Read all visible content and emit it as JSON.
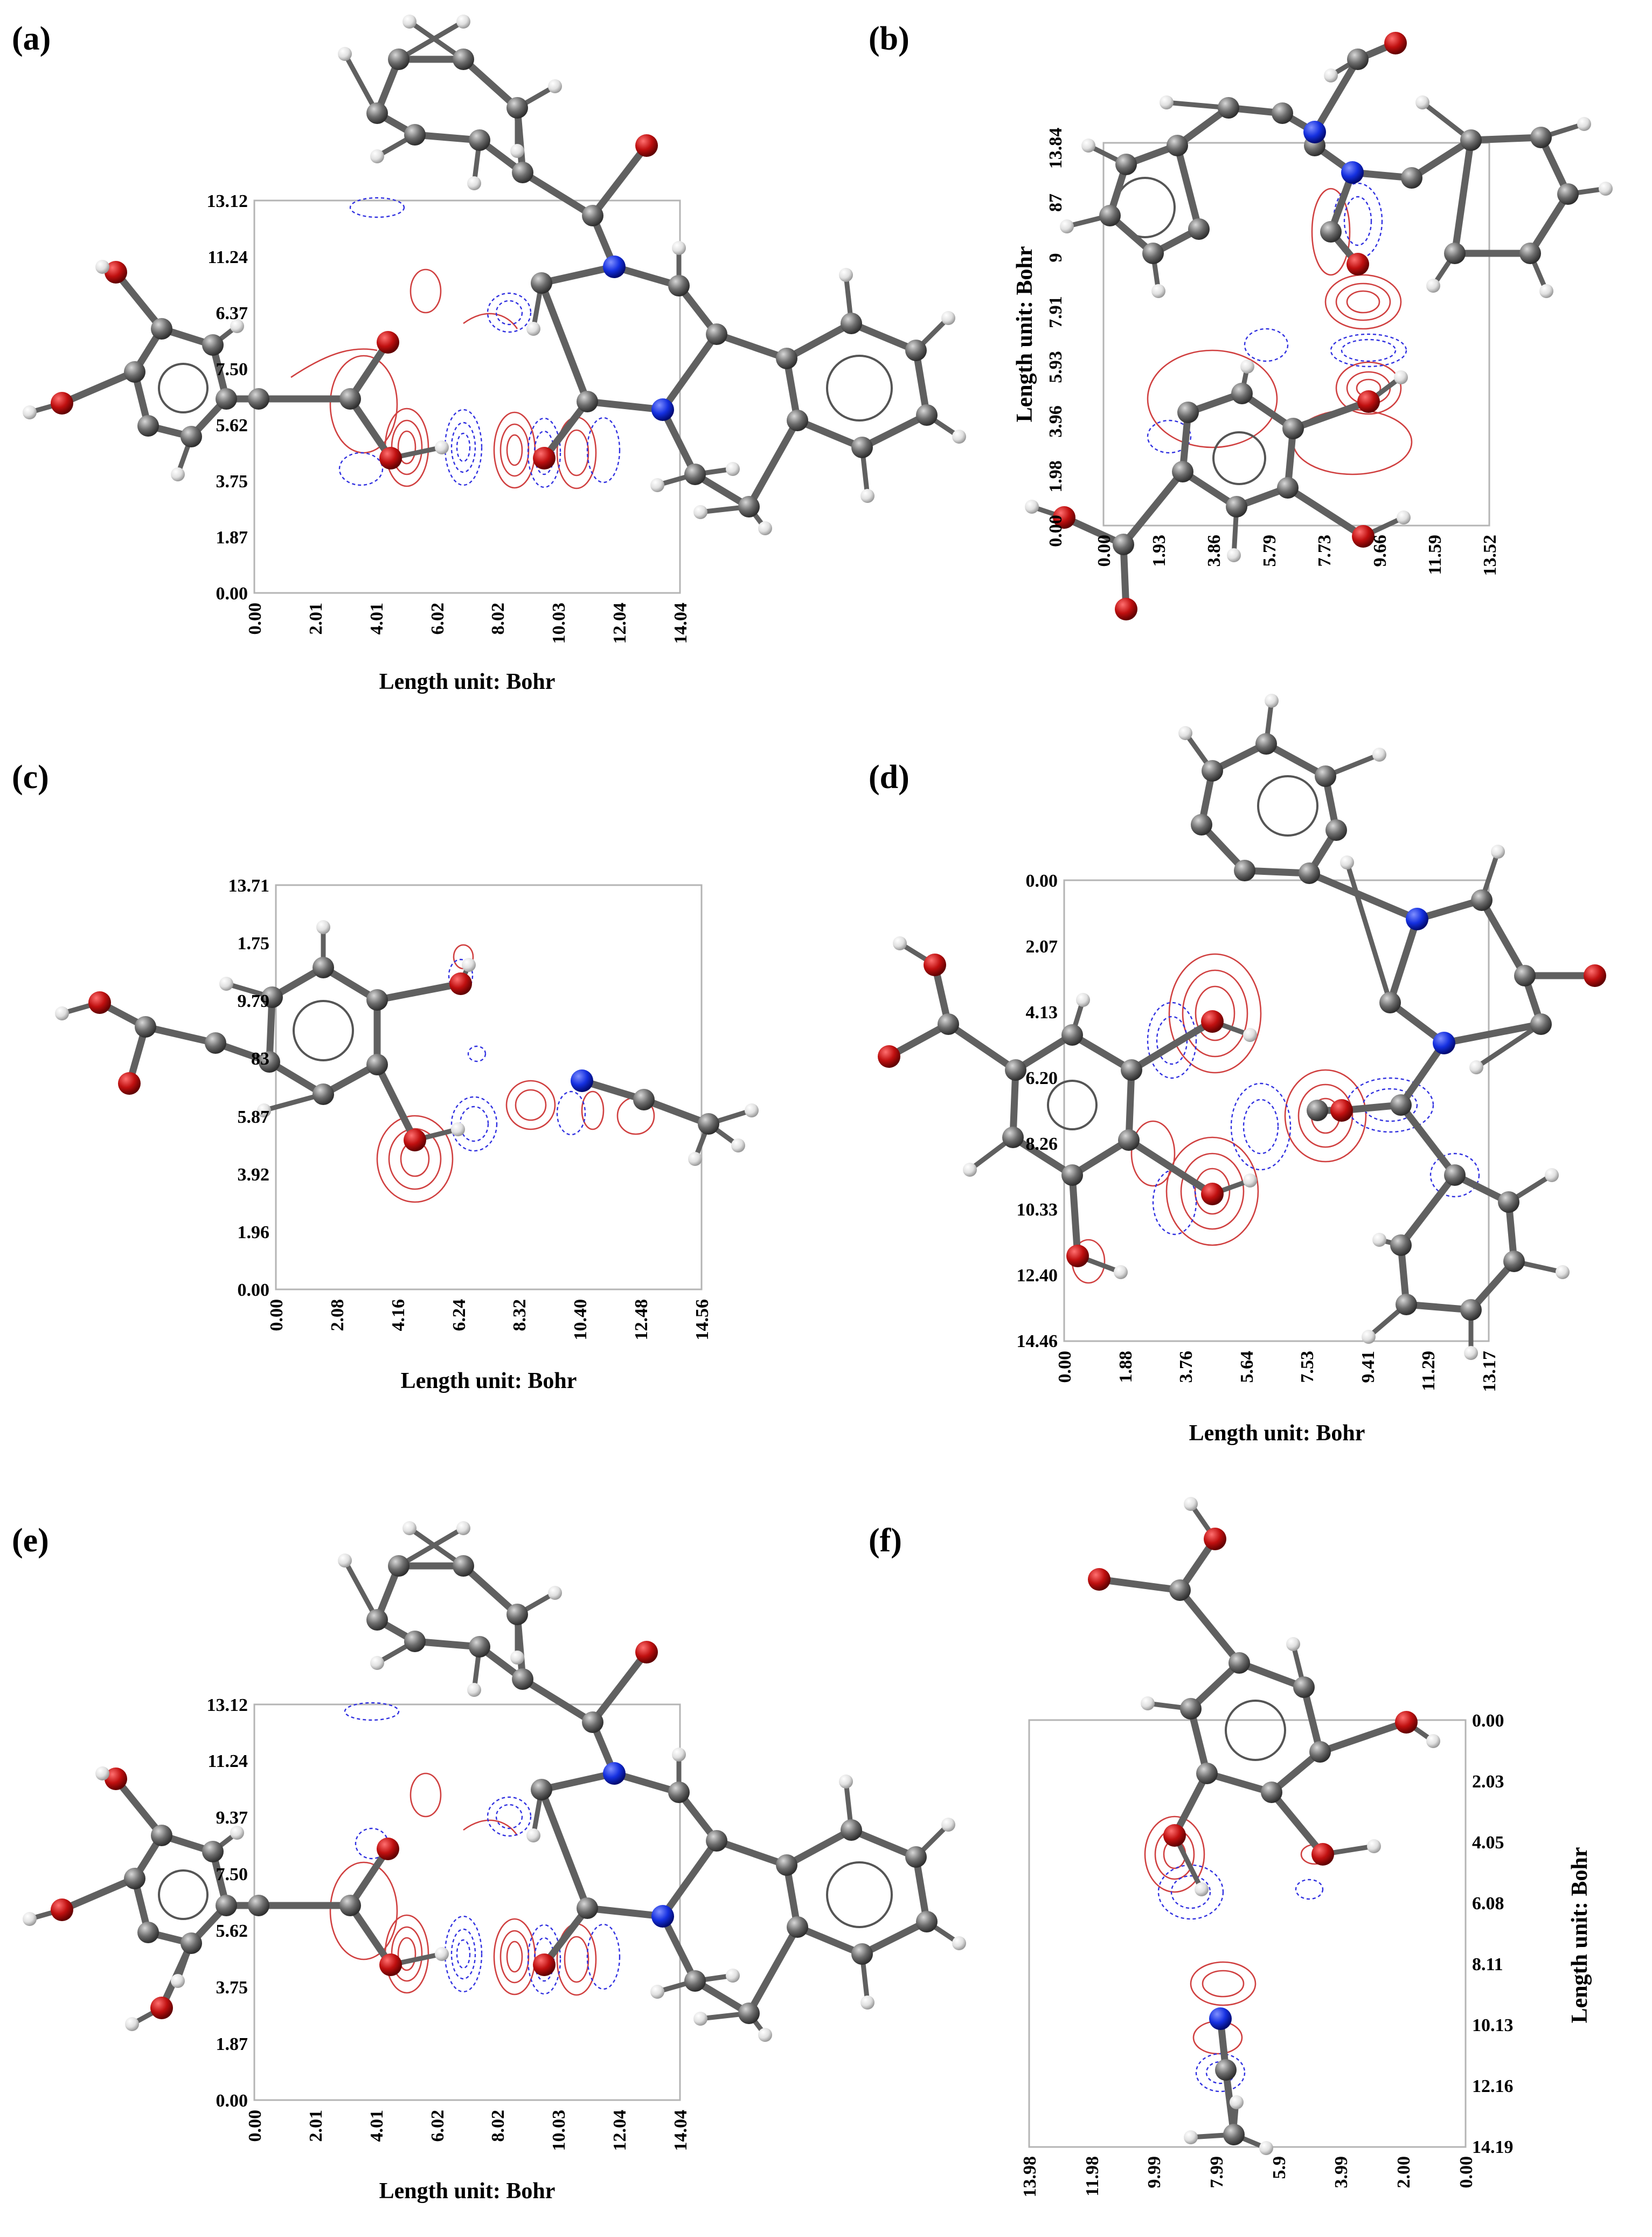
{
  "panels": [
    {
      "id": "a",
      "label": "(a)",
      "x_axis": {
        "name": "Length unit: Bohr",
        "ticks": [
          "0.00",
          "2.01",
          "4.01",
          "6.02",
          "8.02",
          "10.03",
          "12.04",
          "14.04"
        ]
      },
      "y_axis": {
        "name": "",
        "ticks": [
          "0.00",
          "1.87",
          "3.75",
          "5.62",
          "7.50",
          "6.37",
          "11.24",
          "13.12"
        ]
      }
    },
    {
      "id": "b",
      "label": "(b)",
      "x_axis": {
        "name": "",
        "ticks": [
          "0.00",
          "1.93",
          "3.86",
          "5.79",
          "7.73",
          "9.66",
          "11.59",
          "13.52"
        ]
      },
      "y_axis": {
        "name": "Length unit: Bohr",
        "ticks": [
          "0.00",
          "1.98",
          "3.96",
          "5.93",
          "7.91",
          "9",
          "87",
          "13.84"
        ]
      }
    },
    {
      "id": "c",
      "label": "(c)",
      "x_axis": {
        "name": "Length unit: Bohr",
        "ticks": [
          "0.00",
          "2.08",
          "4.16",
          "6.24",
          "8.32",
          "10.40",
          "12.48",
          "14.56"
        ]
      },
      "y_axis": {
        "name": "",
        "ticks": [
          "0.00",
          "1.96",
          "3.92",
          "5.87",
          "83",
          "9.79",
          "1.75",
          "13.71"
        ]
      }
    },
    {
      "id": "d",
      "label": "(d)",
      "x_axis": {
        "name": "Length unit: Bohr",
        "ticks": [
          "0.00",
          "1.88",
          "3.76",
          "5.64",
          "7.53",
          "9.41",
          "11.29",
          "13.17"
        ]
      },
      "y_axis": {
        "name": "",
        "ticks": [
          "0.00",
          "2.07",
          "4.13",
          "6.20",
          "8.26",
          "10.33",
          "12.40",
          "14.46"
        ]
      }
    },
    {
      "id": "e",
      "label": "(e)",
      "x_axis": {
        "name": "Length unit: Bohr",
        "ticks": [
          "0.00",
          "2.01",
          "4.01",
          "6.02",
          "8.02",
          "10.03",
          "12.04",
          "14.04"
        ]
      },
      "y_axis": {
        "name": "",
        "ticks": [
          "0.00",
          "1.87",
          "3.75",
          "5.62",
          "7.50",
          "9.37",
          "11.24",
          "13.12"
        ]
      }
    },
    {
      "id": "f",
      "label": "(f)",
      "x_axis": {
        "name": "",
        "ticks": [
          "13.98",
          "11.98",
          "9.99",
          "7.99",
          "5.9",
          "3.99",
          "2.00",
          "0.00"
        ]
      },
      "y_axis": {
        "name": "Length unit: Bohr",
        "ticks": [
          "0.00",
          "2.03",
          "4.05",
          "6.08",
          "8.11",
          "10.13",
          "12.16",
          "14.19"
        ]
      }
    }
  ],
  "colors": {
    "carbon": "#6a6a6a",
    "hydrogen": "#e6e6e6",
    "oxygen": "#b01010",
    "nitrogen": "#1030d0",
    "contour_positive": "#d04040",
    "contour_negative": "#3030e0",
    "frame": "#b4b4b4"
  }
}
